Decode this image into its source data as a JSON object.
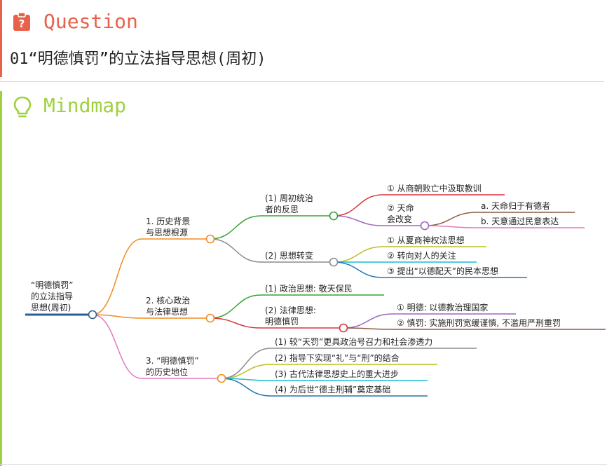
{
  "question": {
    "heading": "Question",
    "icon": "clipboard-question-icon",
    "text": "01“明德慎罚”的立法指导思想(周初)",
    "accent": "#e8614a"
  },
  "mindmap": {
    "heading": "Mindmap",
    "icon": "lightbulb-icon",
    "accent": "#9dd13f",
    "root": [
      "“明德慎罚”",
      "的立法指导",
      "思想(周初)"
    ],
    "branches": [
      {
        "label": [
          "1. 历史背景",
          "与思想根源"
        ],
        "color": "#f28b1e",
        "children": [
          {
            "label": [
              "(1) 周初统治",
              "者的反思"
            ],
            "color": "#36a336",
            "children": [
              {
                "label": [
                  "① 从商朝败亡中汲取教训"
                ],
                "color": "#d8353a"
              },
              {
                "label": [
                  "② 天命",
                  "会改变"
                ],
                "color": "#9a68c2",
                "children": [
                  {
                    "label": [
                      "a. 天命归于有德者"
                    ],
                    "color": "#8a5a44"
                  },
                  {
                    "label": [
                      "b. 天意通过民意表达"
                    ],
                    "color": "#e377c2"
                  }
                ]
              }
            ]
          },
          {
            "label": [
              "(2) 思想转变"
            ],
            "color": "#8c8c8c",
            "children": [
              {
                "label": [
                  "① 从夏商神权法思想"
                ],
                "color": "#bcbd22"
              },
              {
                "label": [
                  "② 转向对人的关注"
                ],
                "color": "#17becf"
              },
              {
                "label": [
                  "③ 提出“以德配天”的民本思想"
                ],
                "color": "#1f77b4"
              }
            ]
          }
        ]
      },
      {
        "label": [
          "2. 核心政治",
          "与法律思想"
        ],
        "color": "#f28b1e",
        "children": [
          {
            "label": [
              "(1) 政治思想: 敬天保民"
            ],
            "color": "#36a336"
          },
          {
            "label": [
              "(2) 法律思想:",
              "明德慎罚"
            ],
            "color": "#d8353a",
            "children": [
              {
                "label": [
                  "① 明德: 以德教治理国家"
                ],
                "color": "#9a68c2"
              },
              {
                "label": [
                  "② 慎罚: 实施刑罚宽缓谨慎, 不滥用严刑重罚"
                ],
                "color": "#8a5a44"
              }
            ]
          }
        ]
      },
      {
        "label": [
          "3. “明德慎罚”",
          "的历史地位"
        ],
        "color": "#e377c2",
        "children": [
          {
            "label": [
              "(1) 较“天罚”更具政治号召力和社会渗透力"
            ],
            "color": "#8c8c8c"
          },
          {
            "label": [
              "(2) 指导下实现“礼”与“刑”的结合"
            ],
            "color": "#bcbd22"
          },
          {
            "label": [
              "(3) 古代法律思想史上的重大进步"
            ],
            "color": "#17becf"
          },
          {
            "label": [
              "(4) 为后世“德主刑辅”奠定基础"
            ],
            "color": "#1f77b4"
          }
        ]
      }
    ]
  }
}
